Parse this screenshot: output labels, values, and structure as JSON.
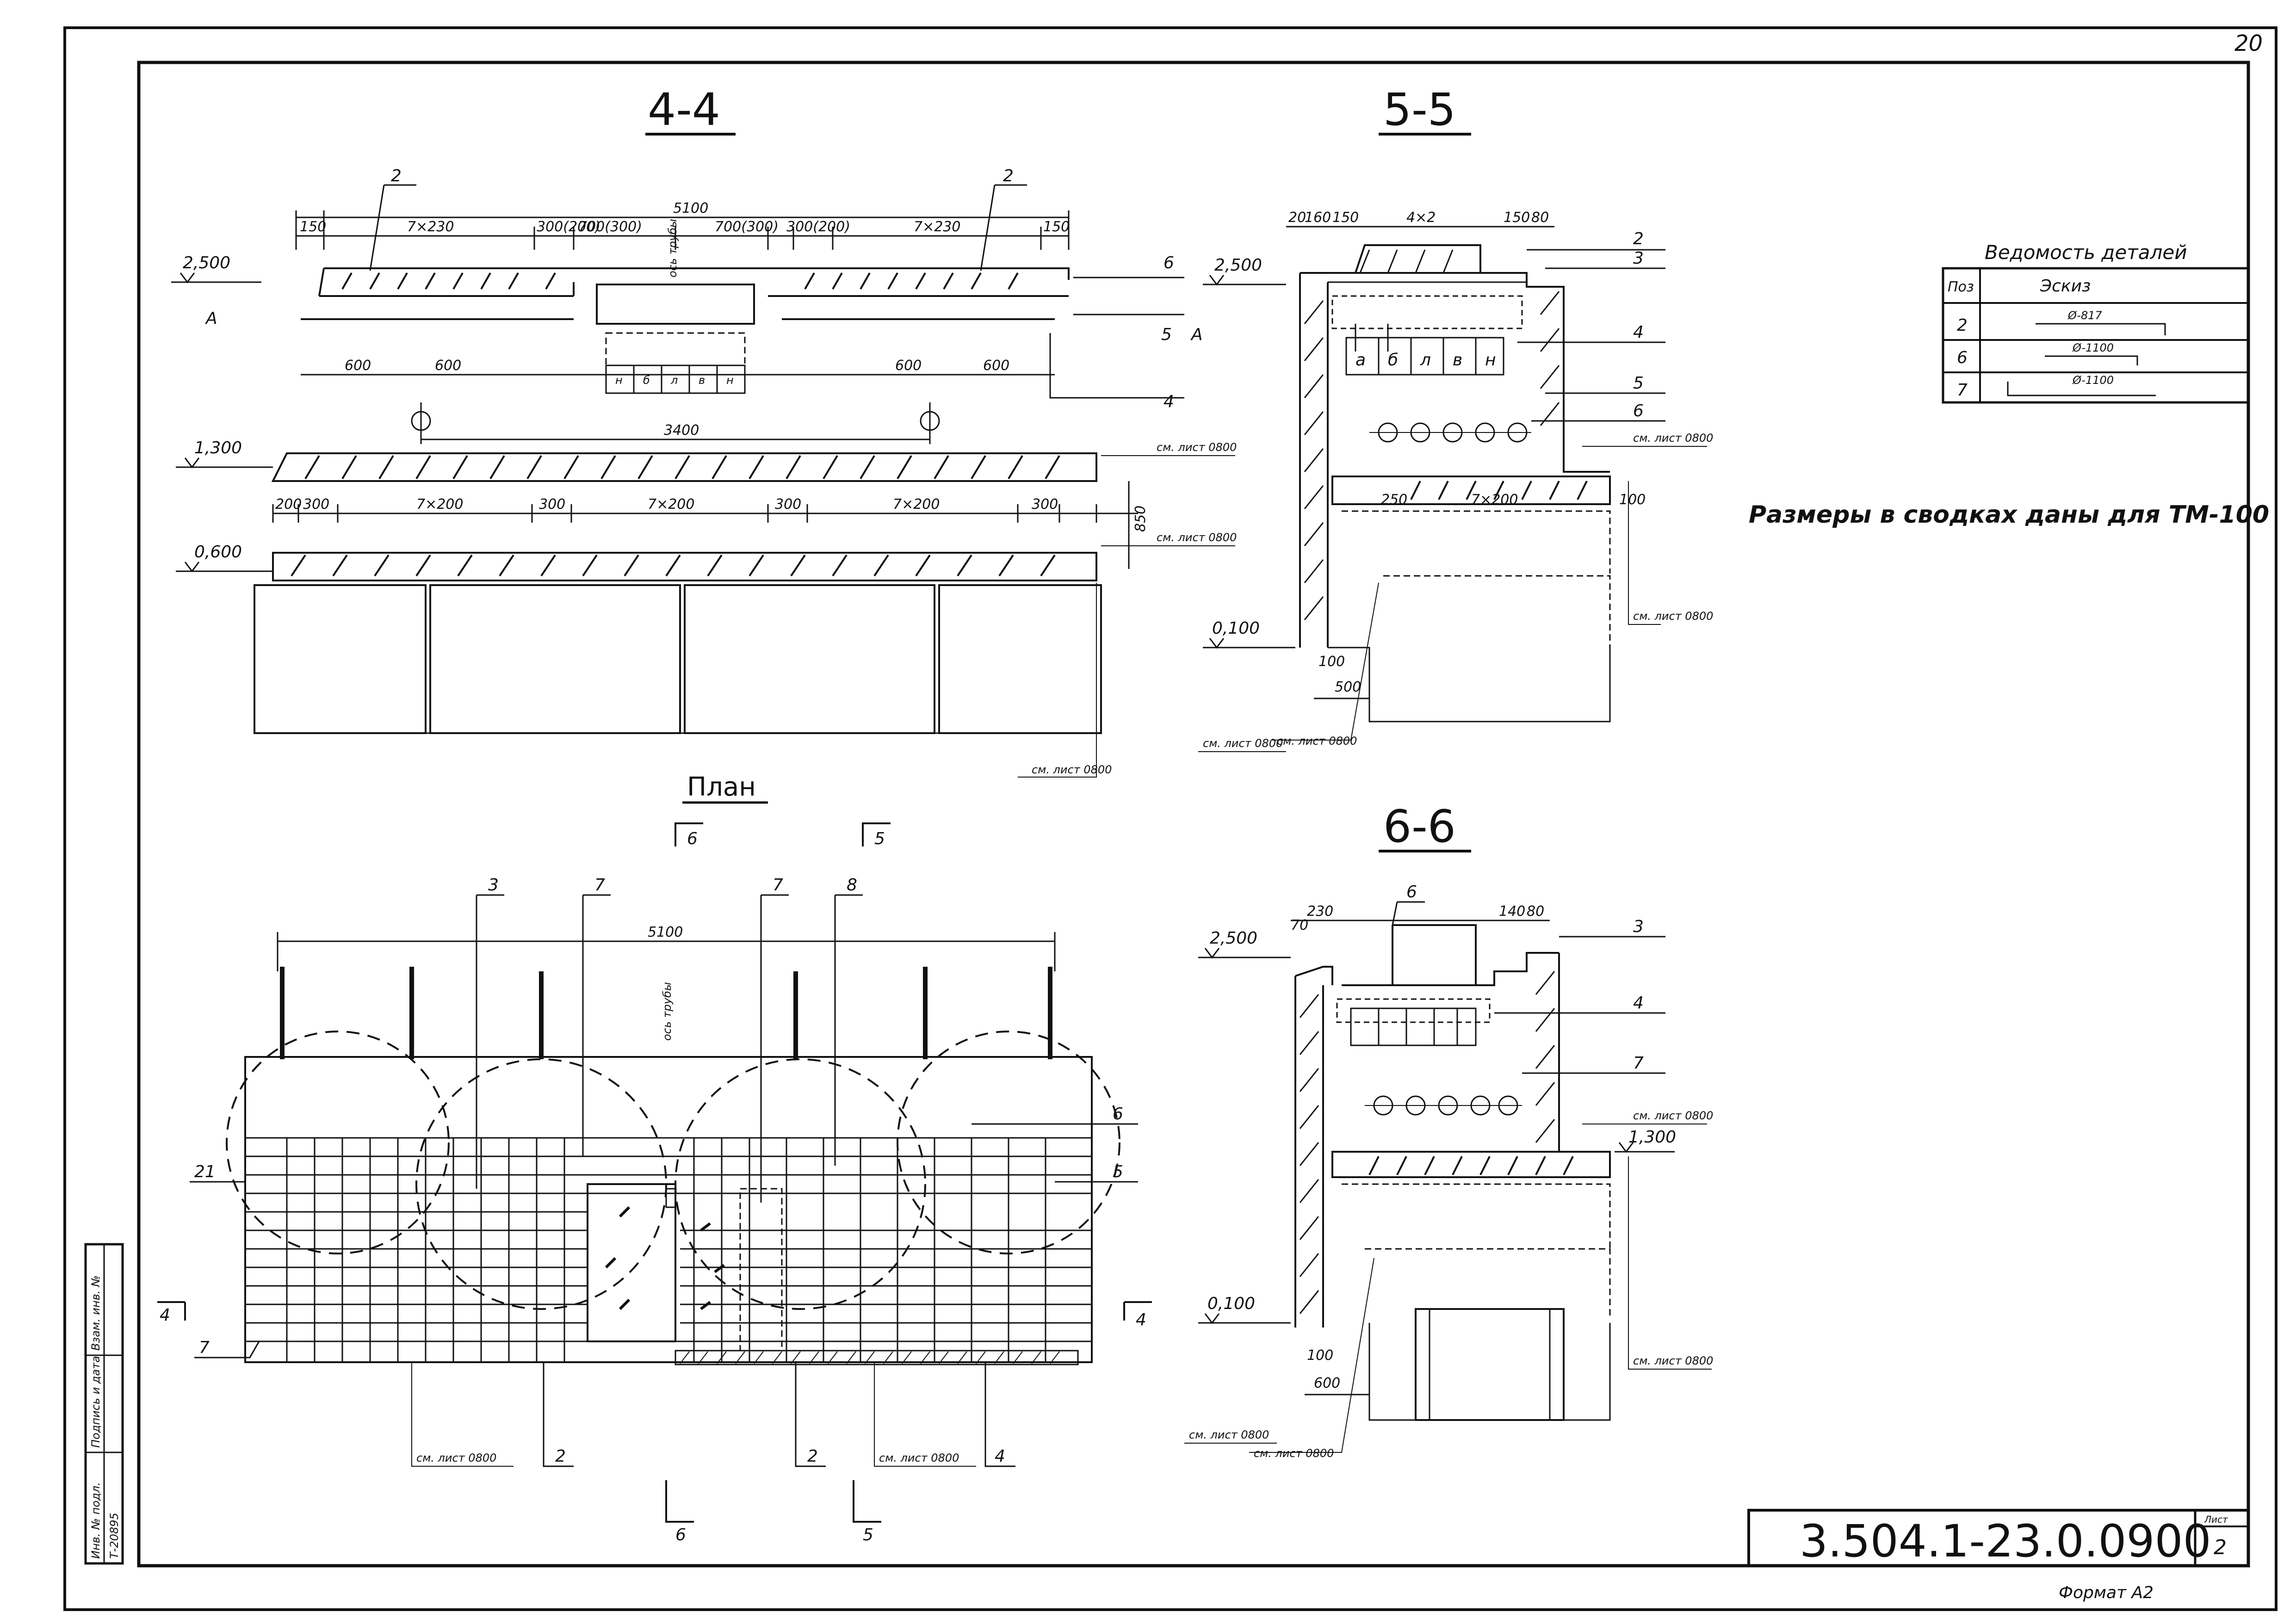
{
  "sheet": {
    "page_number": "20",
    "document_code": "3.504.1-23.0.0900",
    "sheet_label": "Лист",
    "sheet_no": "2",
    "format": "Формат А2",
    "note": "Размеры в сводках даны для ТМ-100",
    "stamp_left": [
      "Инв. № подл.",
      "Подпись и дата",
      "Взам. инв. №"
    ],
    "stamp_number": "Т-20895"
  },
  "details_table": {
    "title": "Ведомость деталей",
    "headers": [
      "Поз",
      "Эскиз"
    ],
    "rows": [
      {
        "pos": "2",
        "sketch": "Ø-817"
      },
      {
        "pos": "6",
        "sketch": "Ø-1100"
      },
      {
        "pos": "7",
        "sketch": "Ø-1100"
      }
    ]
  },
  "views": {
    "section_44": {
      "title": "4-4",
      "top_dims": [
        "150",
        "7×230",
        "300(200)",
        "700(300)",
        "700(300)",
        "300(200)",
        "7×230",
        "150"
      ],
      "overall": "5100",
      "mid_dims": [
        "600",
        "600",
        "600",
        "600"
      ],
      "span": "3400",
      "bottom_dims": [
        "200",
        "300",
        "7×200",
        "300",
        "7×200",
        "300",
        "7×200",
        "300"
      ],
      "levels": [
        "2,500",
        "1,300",
        "0,600"
      ],
      "callouts": [
        "2",
        "2",
        "6",
        "5",
        "4"
      ],
      "cut_marks": [
        "А",
        "А"
      ],
      "cells": [
        "н",
        "б",
        "л",
        "в",
        "н"
      ],
      "axis_note": "ось трубы",
      "refs": [
        "см. лист 0800",
        "см. лист 0800",
        "см. лист 0800"
      ],
      "dim_side": "850"
    },
    "section_55": {
      "title": "5-5",
      "callouts": [
        "2",
        "3",
        "4",
        "5",
        "6"
      ],
      "level_top": "2,500",
      "level_bottom": "0,100",
      "dims": [
        "20",
        "160",
        "150",
        "4×2",
        "150",
        "80",
        "250",
        "7×200",
        "100",
        "500"
      ],
      "cells": [
        "а",
        "б",
        "л",
        "в",
        "н"
      ],
      "refs": [
        "см. лист 0800",
        "см. лист 0800",
        "см. лист 0800",
        "см. лист 0800"
      ]
    },
    "plan": {
      "title": "План",
      "overall": "5100",
      "callouts_top": [
        "3",
        "7",
        "7",
        "8"
      ],
      "callouts_side": [
        "6",
        "5",
        "7"
      ],
      "callouts_bottom": [
        "2",
        "2",
        "4"
      ],
      "axis_note": "ось трубы",
      "axis_mark": "21",
      "cut_marks": [
        "6",
        "5",
        "4",
        "4",
        "6",
        "5"
      ],
      "refs": [
        "см. лист 0800",
        "см. лист 0800"
      ]
    },
    "section_66": {
      "title": "6-6",
      "callouts": [
        "6",
        "3",
        "4",
        "7"
      ],
      "level_top": "2,500",
      "level_mid": "1,300",
      "level_bottom": "0,100",
      "dims": [
        "230",
        "70",
        "140",
        "80",
        "100",
        "600"
      ],
      "refs": [
        "см. лист 0800",
        "см. лист 0800",
        "см. лист 0800",
        "см. лист 0800"
      ]
    }
  }
}
